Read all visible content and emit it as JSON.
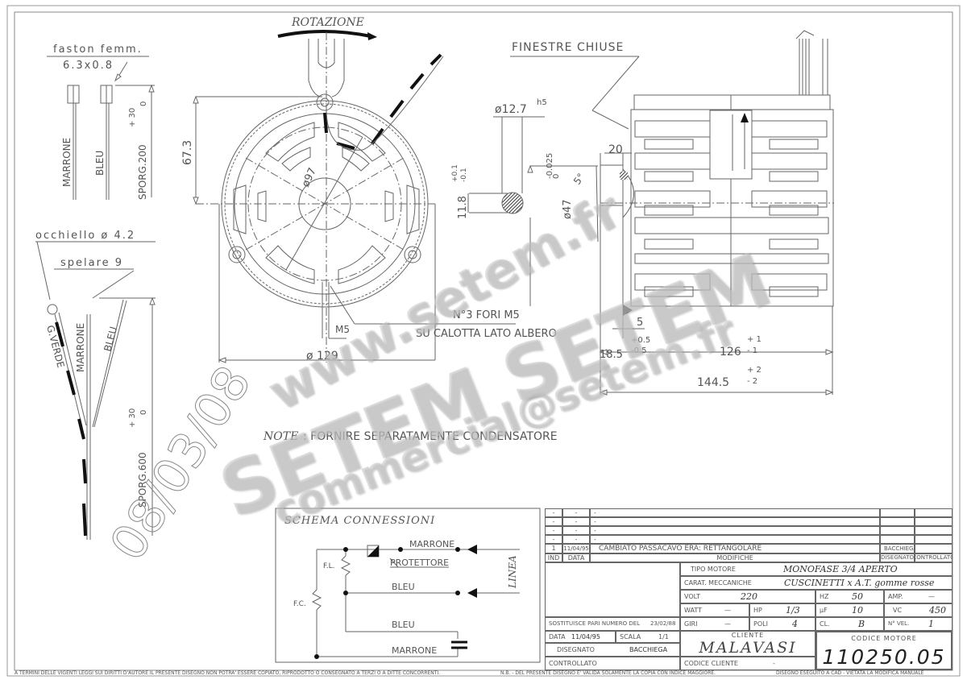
{
  "drawing": {
    "rotation_label": "ROTAZIONE",
    "closed_windows_label": "FINESTRE CHIUSE",
    "faston": {
      "label": "faston femm.",
      "size": "6.3x0.8",
      "wire1": "MARRONE",
      "wire2": "BLEU",
      "length_label": "SPORG.200",
      "tol_plus": "+ 30",
      "tol_minus": "0"
    },
    "eyelet": {
      "label": "occhiello ø 4.2",
      "strip_label": "spelare 9",
      "wire_ground": "G.VERDE",
      "wire1": "MARRONE",
      "wire2": "BLEU",
      "length_label": "SPORG.600",
      "tol_plus": "+ 30",
      "tol_minus": "0"
    },
    "front_view": {
      "height_dim": "67.3",
      "diameter_inner": "ø97",
      "diameter_outer": "ø 129",
      "thread": "M5",
      "holes_label": "N°3 FORI M5",
      "holes_sub": "SU CALOTTA LATO ALBERO"
    },
    "shaft": {
      "diameter": "ø12.7",
      "fit": "h5",
      "flat_dim": "11.8",
      "flat_tol_plus": "+0.1",
      "flat_tol_minus": "-0.1"
    },
    "side_view": {
      "hub_diameter": "ø47",
      "hub_tol_plus": "0",
      "hub_tol_minus": "-0.025",
      "angle": "5°",
      "hub_len": "20",
      "gap": "5",
      "shaft_len": "18.5",
      "shaft_tol_plus": "+0.5",
      "shaft_tol_minus": "-0.5",
      "body_len": "126",
      "body_tol_plus": "+ 1",
      "body_tol_minus": "- 1",
      "total_len": "144.5",
      "total_tol_plus": "+ 2",
      "total_tol_minus": "- 2"
    },
    "note_label": "NOTE",
    "note_text": ": FORNIRE SEPARATAMENTE CONDENSATORE",
    "stamp_date": "08/03/08"
  },
  "schema": {
    "title": "SCHEMA CONNESSIONI",
    "marrone_top": "MARRONE",
    "protettore": "PROTETTORE",
    "bleu_mid": "BLEU",
    "bleu_low": "BLEU",
    "marrone_low": "MARRONE",
    "fl": "F.L.",
    "fc": "F.C.",
    "linea": "LINEA"
  },
  "revisions": {
    "rows": [
      {
        "ind": "-",
        "data": "-",
        "mod": "-",
        "dis": "",
        "ctrl": ""
      },
      {
        "ind": "-",
        "data": "-",
        "mod": "-",
        "dis": "",
        "ctrl": ""
      },
      {
        "ind": "-",
        "data": "-",
        "mod": "-",
        "dis": "",
        "ctrl": ""
      },
      {
        "ind": "-",
        "data": "-",
        "mod": "-",
        "dis": "",
        "ctrl": ""
      },
      {
        "ind": "1",
        "data": "11/04/95",
        "mod": "CAMBIATO PASSACAVO ERA: RETTANGOLARE",
        "dis": "BACCHIEGA",
        "ctrl": ""
      }
    ],
    "headers": {
      "ind": "IND",
      "data": "DATA",
      "mod": "MODIFICHE",
      "dis": "DISEGNATO",
      "ctrl": "CONTROLLATO"
    }
  },
  "specs": {
    "tipo_motore_label": "TIPO MOTORE",
    "tipo_motore": "MONOFASE 3/4 APERTO",
    "carat_label": "CARAT. MECCANICHE",
    "carat": "CUSCINETTI x A.T. gomme rosse",
    "volt_label": "VOLT",
    "volt": "220",
    "hz_label": "HZ",
    "hz": "50",
    "amp_label": "AMP.",
    "amp": "—",
    "watt_label": "WATT",
    "watt": "—",
    "hp_label": "HP",
    "hp": "1/3",
    "uf_label": "µF",
    "uf": "10",
    "vc_label": "VC",
    "vc": "450",
    "giri_label": "GIRI",
    "giri": "—",
    "poli_label": "POLI",
    "poli": "4",
    "cl_label": "CL.",
    "cl": "B",
    "nvel_label": "N° VEL.",
    "nvel": "1"
  },
  "title_block": {
    "sostituisce_label": "SOSTITUISCE PARI NUMERO DEL",
    "sostituisce": "23/02/88",
    "data_label": "DATA",
    "data": "11/04/95",
    "scala_label": "SCALA",
    "scala": "1/1",
    "disegnato_label": "DISEGNATO",
    "disegnato": "BACCHIEGA",
    "controllato_label": "CONTROLLATO",
    "cliente_label": "CLIENTE",
    "cliente": "MALAVASI",
    "codice_cliente_label": "CODICE CLIENTE",
    "codice_cliente": "-",
    "codice_motore_label": "CODICE MOTORE",
    "codice_motore": "110250.05"
  },
  "footer": {
    "copyright": "A TERMINI DELLE VIGENTI LEGGI SUI DIRITTI D'AUTORE IL PRESENTE DISEGNO NON POTRA' ESSERE COPIATO, RIPRODOTTO O CONSEGNATO A TERZI O A DITTE CONCORRENTI.",
    "nb": "N.B. - DEL PRESENTE DISEGNO E' VALIDA SOLAMENTE LA COPIA CON INDICE MAGGIORE.",
    "cad": "DISEGNO ESEGUITO A CAD - VIETATA LA MODIFICA MANUALE"
  },
  "watermark": {
    "www": "www.setem.fr",
    "brand": "SETEM SETEM",
    "email": "commercial@setem.fr"
  }
}
